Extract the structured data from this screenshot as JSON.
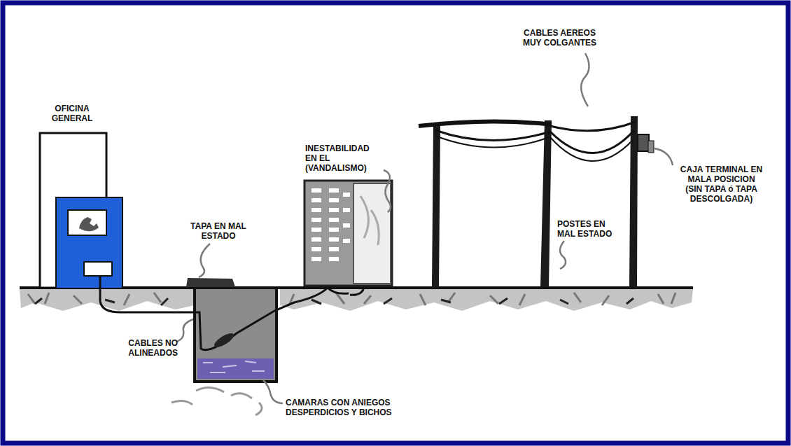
{
  "diagram": {
    "labels": [
      "OFICINA GENERAL",
      "TAPA EN MAL ESTADO",
      "CABLES NO ALINEADOS",
      "CAMARAS CON ANIEGOS DESPERDICIOS Y BICHOS",
      "INESTABILIDAD EN EL (VANDALISMO)",
      "CABLES AEREOS MUY COLGANTES",
      "POSTES EN MAL ESTADO",
      "CAJA TERMINAL EN MALA POSICION (SIN TAPA ó TAPA DESCOLGADA)"
    ]
  }
}
